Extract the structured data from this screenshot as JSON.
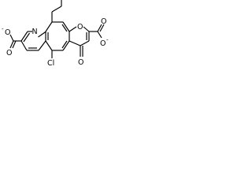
{
  "atoms": {
    "n": "N",
    "o_ring": "O",
    "o_carbonyl": "O",
    "cl": "Cl",
    "o_left_upper": "O",
    "o_left_lower": "O",
    "o_right_upper": "O",
    "o_right_lower": "O",
    "charge_left": "-",
    "charge_right": "-"
  }
}
